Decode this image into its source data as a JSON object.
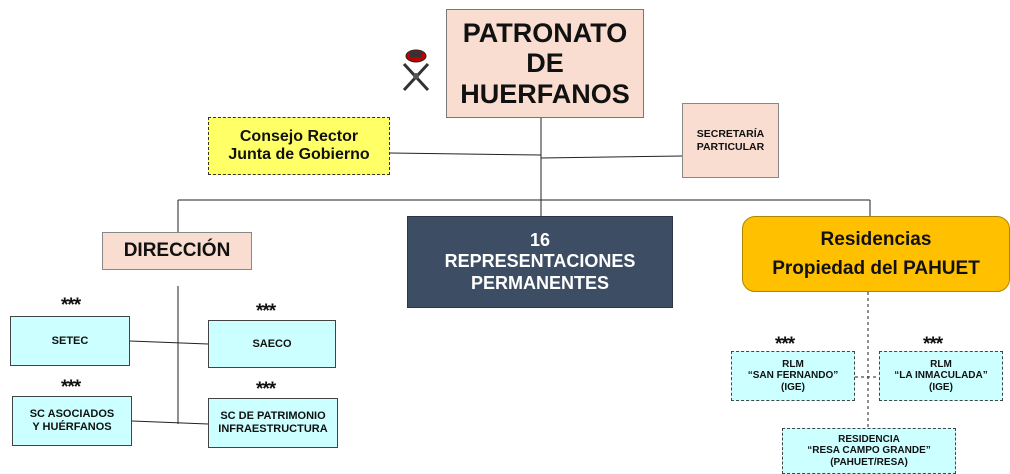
{
  "patronato": {
    "title": "PATRONATO\nDE\nHUERFANOS"
  },
  "consejo": {
    "label": "Consejo Rector\nJunta de Gobierno"
  },
  "secretaria": {
    "label": "SECRETARÍA\nPARTICULAR"
  },
  "direccion": {
    "label": "DIRECCIÓN"
  },
  "representaciones": {
    "label": "16\nREPRESENTACIONES\nPERMANENTES"
  },
  "residencias": {
    "label": "Residencias\nPropiedad del PAHUET"
  },
  "setec": {
    "label": "SETEC",
    "stars": "***"
  },
  "saeco": {
    "label": "SAECO",
    "stars": "***"
  },
  "sc_asociados": {
    "label": "SC ASOCIADOS\nY HUÉRFANOS",
    "stars": "***"
  },
  "sc_patrimonio": {
    "label": "SC DE PATRIMONIO\nINFRAESTRUCTURA",
    "stars": "***"
  },
  "rlm_san_fernando": {
    "label": "RLM\n“SAN FERNANDO”\n(IGE)",
    "stars": "***"
  },
  "rlm_inmaculada": {
    "label": "RLM\n“LA INMACULADA”\n(IGE)",
    "stars": "***"
  },
  "residencia_resa": {
    "label": "RESIDENCIA\n“RESA CAMPO GRANDE”\n(PAHUET/RESA)"
  },
  "emblem": {
    "icon": "military-emblem-icon"
  },
  "colors": {
    "peach": "#f8ddd0",
    "yellow": "#ffff66",
    "navy": "#3d4d63",
    "orange": "#ffc000",
    "cyan": "#ccffff"
  }
}
